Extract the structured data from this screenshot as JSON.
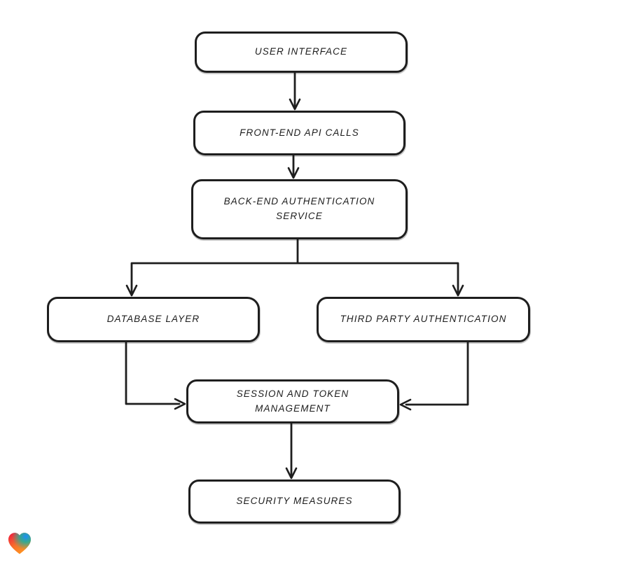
{
  "page": {
    "background": "#ffffff"
  },
  "diagram": {
    "type": "flowchart",
    "style": "hand-drawn",
    "stroke_color": "#1e1e1e",
    "box_fill": "#ffffff",
    "nodes": [
      {
        "id": "user-interface",
        "label": "USER INTERFACE"
      },
      {
        "id": "front-end-api-calls",
        "label": "FRONT-END API CALLS"
      },
      {
        "id": "back-end-authentication-service",
        "label": "BACK-END AUTHENTICATION\nSERVICE"
      },
      {
        "id": "database-layer",
        "label": "DATABASE LAYER"
      },
      {
        "id": "third-party-authentication",
        "label": "THIRD PARTY AUTHENTICATION"
      },
      {
        "id": "session-and-token-management",
        "label": "SESSION AND TOKEN\nMANAGEMENT"
      },
      {
        "id": "security-measures",
        "label": "SECURITY MEASURES"
      }
    ],
    "edges": [
      {
        "from": "user-interface",
        "to": "front-end-api-calls"
      },
      {
        "from": "front-end-api-calls",
        "to": "back-end-authentication-service"
      },
      {
        "from": "back-end-authentication-service",
        "to": "database-layer"
      },
      {
        "from": "back-end-authentication-service",
        "to": "third-party-authentication"
      },
      {
        "from": "database-layer",
        "to": "session-and-token-management"
      },
      {
        "from": "third-party-authentication",
        "to": "session-and-token-management"
      },
      {
        "from": "session-and-token-management",
        "to": "security-measures"
      }
    ]
  },
  "logo": {
    "name": "gradient-heart",
    "colors": {
      "red": "#f0163f",
      "mid_orange": "#f8702b",
      "orange": "#ff9a1f",
      "blue": "#1d8ef9",
      "teal": "#16b2a0"
    }
  }
}
